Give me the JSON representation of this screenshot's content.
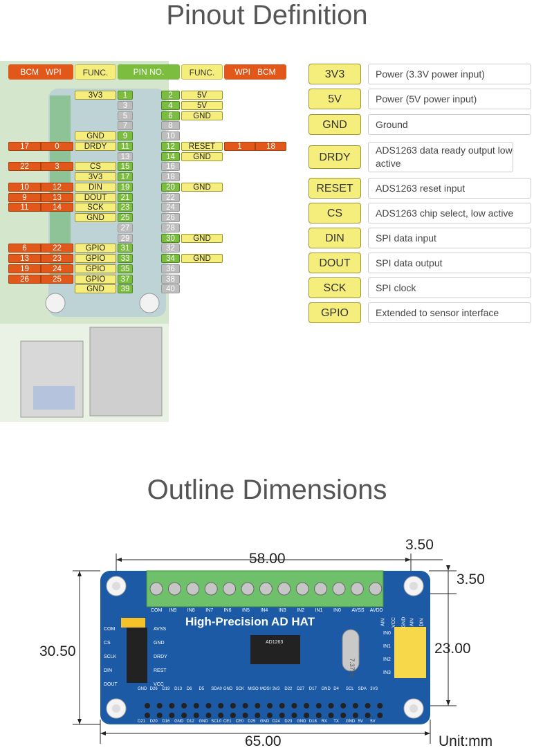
{
  "pinout": {
    "title": "Pinout Definition",
    "headers": {
      "bcm": "BCM",
      "wpi": "WPI",
      "func": "FUNC.",
      "pin_no": "PIN NO."
    },
    "left_pins": [
      {
        "pin": "1",
        "func": "3V3",
        "bcm": "",
        "wpi": "",
        "color": "green"
      },
      {
        "pin": "3",
        "func": "",
        "bcm": "",
        "wpi": "",
        "color": "gray"
      },
      {
        "pin": "5",
        "func": "",
        "bcm": "",
        "wpi": "",
        "color": "gray"
      },
      {
        "pin": "7",
        "func": "",
        "bcm": "",
        "wpi": "",
        "color": "gray"
      },
      {
        "pin": "9",
        "func": "GND",
        "bcm": "",
        "wpi": "",
        "color": "green"
      },
      {
        "pin": "11",
        "func": "DRDY",
        "bcm": "17",
        "wpi": "0",
        "color": "green"
      },
      {
        "pin": "13",
        "func": "",
        "bcm": "",
        "wpi": "",
        "color": "gray"
      },
      {
        "pin": "15",
        "func": "CS",
        "bcm": "22",
        "wpi": "3",
        "color": "green"
      },
      {
        "pin": "17",
        "func": "3V3",
        "bcm": "",
        "wpi": "",
        "color": "green"
      },
      {
        "pin": "19",
        "func": "DIN",
        "bcm": "10",
        "wpi": "12",
        "color": "green"
      },
      {
        "pin": "21",
        "func": "DOUT",
        "bcm": "9",
        "wpi": "13",
        "color": "green"
      },
      {
        "pin": "23",
        "func": "SCK",
        "bcm": "11",
        "wpi": "14",
        "color": "green"
      },
      {
        "pin": "25",
        "func": "GND",
        "bcm": "",
        "wpi": "",
        "color": "green"
      },
      {
        "pin": "27",
        "func": "",
        "bcm": "",
        "wpi": "",
        "color": "gray"
      },
      {
        "pin": "29",
        "func": "",
        "bcm": "",
        "wpi": "",
        "color": "gray"
      },
      {
        "pin": "31",
        "func": "GPIO",
        "bcm": "6",
        "wpi": "22",
        "color": "green"
      },
      {
        "pin": "33",
        "func": "GPIO",
        "bcm": "13",
        "wpi": "23",
        "color": "green"
      },
      {
        "pin": "35",
        "func": "GPIO",
        "bcm": "19",
        "wpi": "24",
        "color": "green"
      },
      {
        "pin": "37",
        "func": "GPIO",
        "bcm": "26",
        "wpi": "25",
        "color": "green"
      },
      {
        "pin": "39",
        "func": "GND",
        "bcm": "",
        "wpi": "",
        "color": "green"
      }
    ],
    "right_pins": [
      {
        "pin": "2",
        "func": "5V",
        "wpi": "",
        "bcm": "",
        "color": "green"
      },
      {
        "pin": "4",
        "func": "5V",
        "wpi": "",
        "bcm": "",
        "color": "green"
      },
      {
        "pin": "6",
        "func": "GND",
        "wpi": "",
        "bcm": "",
        "color": "green"
      },
      {
        "pin": "8",
        "func": "",
        "wpi": "",
        "bcm": "",
        "color": "gray"
      },
      {
        "pin": "10",
        "func": "",
        "wpi": "",
        "bcm": "",
        "color": "gray"
      },
      {
        "pin": "12",
        "func": "RESET",
        "wpi": "1",
        "bcm": "18",
        "color": "green"
      },
      {
        "pin": "14",
        "func": "GND",
        "wpi": "",
        "bcm": "",
        "color": "green"
      },
      {
        "pin": "16",
        "func": "",
        "wpi": "",
        "bcm": "",
        "color": "gray"
      },
      {
        "pin": "18",
        "func": "",
        "wpi": "",
        "bcm": "",
        "color": "gray"
      },
      {
        "pin": "20",
        "func": "GND",
        "wpi": "",
        "bcm": "",
        "color": "green"
      },
      {
        "pin": "22",
        "func": "",
        "wpi": "",
        "bcm": "",
        "color": "gray"
      },
      {
        "pin": "24",
        "func": "",
        "wpi": "",
        "bcm": "",
        "color": "gray"
      },
      {
        "pin": "26",
        "func": "",
        "wpi": "",
        "bcm": "",
        "color": "gray"
      },
      {
        "pin": "28",
        "func": "",
        "wpi": "",
        "bcm": "",
        "color": "gray"
      },
      {
        "pin": "30",
        "func": "GND",
        "wpi": "",
        "bcm": "",
        "color": "green"
      },
      {
        "pin": "32",
        "func": "",
        "wpi": "",
        "bcm": "",
        "color": "gray"
      },
      {
        "pin": "34",
        "func": "GND",
        "wpi": "",
        "bcm": "",
        "color": "green"
      },
      {
        "pin": "36",
        "func": "",
        "wpi": "",
        "bcm": "",
        "color": "gray"
      },
      {
        "pin": "38",
        "func": "",
        "wpi": "",
        "bcm": "",
        "color": "gray"
      },
      {
        "pin": "40",
        "func": "",
        "wpi": "",
        "bcm": "",
        "color": "gray"
      }
    ],
    "legend": [
      {
        "label": "3V3",
        "desc": "Power (3.3V power input)"
      },
      {
        "label": "5V",
        "desc": "Power (5V power input)"
      },
      {
        "label": "GND",
        "desc": "Ground"
      },
      {
        "label": "DRDY",
        "desc": "ADS1263 data ready output low active"
      },
      {
        "label": "RESET",
        "desc": "ADS1263 reset input"
      },
      {
        "label": "CS",
        "desc": "ADS1263 chip select, low active"
      },
      {
        "label": "DIN",
        "desc": "SPI data input"
      },
      {
        "label": "DOUT",
        "desc": "SPI data output"
      },
      {
        "label": "SCK",
        "desc": "SPI clock"
      },
      {
        "label": "GPIO",
        "desc": "Extended to sensor interface"
      }
    ]
  },
  "outline": {
    "title": "Outline Dimensions",
    "dims": {
      "width_holes": "58.00",
      "edge_x": "3.50",
      "edge_y": "3.50",
      "height": "30.50",
      "height_holes": "23.00",
      "width": "65.00",
      "unit": "Unit:mm"
    },
    "board": {
      "name": "High-Precision AD HAT",
      "terminal_labels": [
        "COM",
        "IN9",
        "IN8",
        "IN7",
        "IN6",
        "IN5",
        "IN4",
        "IN3",
        "IN2",
        "IN1",
        "IN0",
        "AVSS",
        "AVDD"
      ],
      "left_labels_a": [
        "COM",
        "CS",
        "SCLK",
        "DIN",
        "DOUT"
      ],
      "left_labels_b": [
        "AVSS",
        "GND",
        "DRDY",
        "REST",
        "VCC"
      ],
      "right_header_top": [
        "AIN",
        "VCC",
        "GND",
        "AIN",
        "DIN"
      ],
      "right_header_side": [
        "IN0",
        "IN1",
        "IN2",
        "IN3"
      ],
      "bottom_row_top": [
        "GND",
        "D26",
        "D19",
        "D13",
        "D6",
        "D5",
        "SDA0",
        "GND",
        "SCK",
        "MISO",
        "MOSI",
        "3V3",
        "D22",
        "D27",
        "D17",
        "GND",
        "D4",
        "SCL",
        "SDA",
        "3V3"
      ],
      "bottom_row_bottom": [
        "D21",
        "D20",
        "D16",
        "GND",
        "D12",
        "GND",
        "SCL0",
        "CE1",
        "CE0",
        "D25",
        "GND",
        "D24",
        "D23",
        "GND",
        "D18",
        "RX",
        "TX",
        "GND",
        "5V",
        "5V"
      ],
      "chip_label": "AD1263",
      "crystal_label": "7.3728"
    }
  },
  "colors": {
    "orange": "#e2571a",
    "yellow": "#f6ee7c",
    "green": "#7cbc3e",
    "gray": "#bdbdbd",
    "pcb": "#1c5aa6",
    "terminal": "#6fc06a"
  }
}
